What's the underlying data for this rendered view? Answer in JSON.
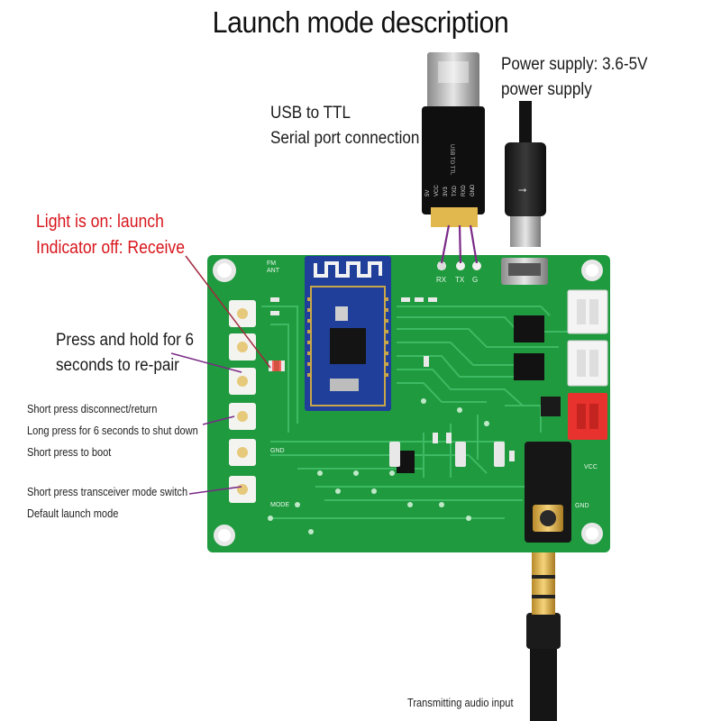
{
  "title": "Launch mode description",
  "labels": {
    "power_supply_line1": "Power supply: 3.6-5V",
    "power_supply_line2": "power supply",
    "usb_ttl_line1": "USB to TTL",
    "usb_ttl_line2": "Serial port connection",
    "indicator_line1": "Light is on: launch",
    "indicator_line2": "Indicator off: Receive",
    "repair_line1": "Press and hold for 6",
    "repair_line2": "seconds to re-pair",
    "btn_line1": "Short press disconnect/return",
    "btn_line2": "Long press for 6 seconds to shut down",
    "btn_line3": "Short press to boot",
    "mode_line1": "Short press transceiver mode switch",
    "mode_line2": "Default launch mode",
    "audio_input": "Transmitting audio input"
  },
  "board_silkscreen": {
    "fm": "FM",
    "ant": "ANT",
    "rx": "RX",
    "tx": "TX",
    "g": "G",
    "vcc": "VCC",
    "gnd": "GND",
    "gnd2": "GND",
    "mode": "MODE"
  },
  "module_pins": [
    "5V",
    "VCC",
    "3V3",
    "TXD",
    "RXD",
    "GND"
  ],
  "colors": {
    "pcb_green": "#1f9a3e",
    "module_blue": "#1f3f9a",
    "indicator_red": "#d8161c",
    "connector_red": "#e8322d",
    "wire_purple": "#7a2a86"
  }
}
